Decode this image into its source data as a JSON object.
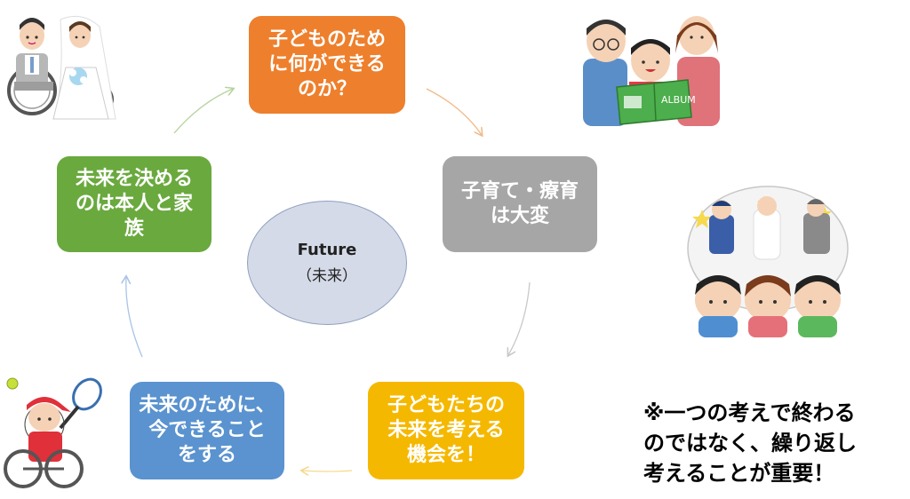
{
  "cycle": {
    "center": {
      "title": "Future",
      "subtitle": "（未来）"
    },
    "nodes": [
      {
        "id": "orange",
        "text": "子どものため\nに何ができる\nのか？"
      },
      {
        "id": "gray",
        "text": "子育て・療育\nは大変"
      },
      {
        "id": "yellow",
        "text": "子どもたちの\n未来を考える\n機会を！"
      },
      {
        "id": "blue",
        "text": "未来のために、\n今できること\nをする"
      },
      {
        "id": "green",
        "text": "未来を決める\nのは本人と家\n族"
      }
    ]
  },
  "note": "※一つの考えで終わる\nのではなく、繰り返し\n考えることが重要！",
  "illustrations": {
    "couple": "wedding-couple-wheelchair-icon",
    "family": "family-photo-album-icon",
    "dreams": "children-dreaming-futures-icon",
    "tennis": "wheelchair-tennis-player-icon",
    "album_label": "ALBUM"
  },
  "colors": {
    "orange": "#ee7f2c",
    "gray": "#a6a6a6",
    "yellow": "#f5b800",
    "blue": "#5a93cf",
    "green": "#6aa93e",
    "center": "#d5dae8"
  }
}
